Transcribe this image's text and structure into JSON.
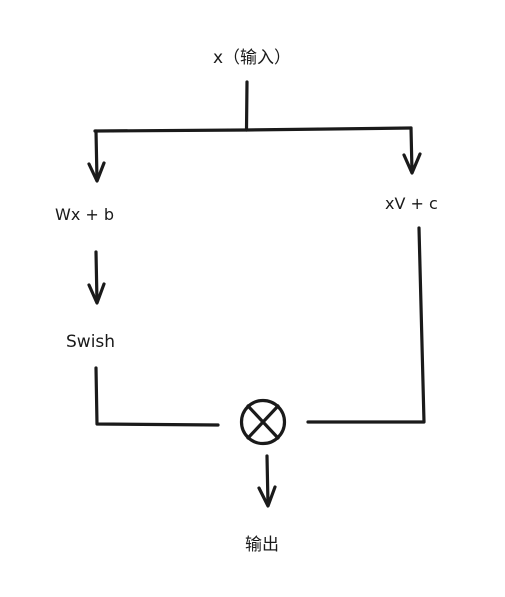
{
  "nodes": {
    "input": {
      "label": "x（输入）"
    },
    "linear_left": {
      "label": "Wx + b"
    },
    "linear_right": {
      "label": "xV + c"
    },
    "activation": {
      "label": "Swish"
    },
    "multiply": {
      "symbol": "multiply-circle-icon"
    },
    "output": {
      "label": "输出"
    }
  },
  "colors": {
    "ink": "#1a1a1a",
    "background": "#ffffff"
  }
}
